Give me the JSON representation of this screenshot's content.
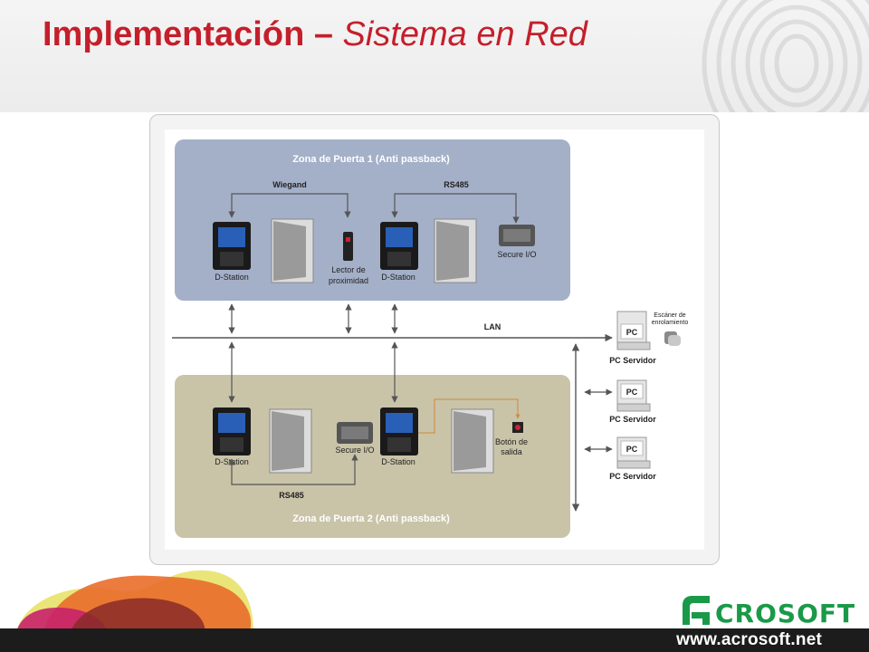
{
  "slide": {
    "title_bold": "Implementación – ",
    "title_italic": "Sistema en Red"
  },
  "diagram": {
    "zone1": {
      "title": "Zona de Puerta 1 (Anti passback)",
      "bus_left": "Wiegand",
      "bus_right": "RS485",
      "devices": [
        "D-Station",
        "Lector de",
        "proximidad",
        "D-Station",
        "Secure I/O"
      ]
    },
    "zone2": {
      "title": "Zona de Puerta 2 (Anti passback)",
      "bus_bottom": "RS485",
      "devices": [
        "D-Station",
        "Secure I/O",
        "D-Station",
        "Botón de",
        "salida"
      ]
    },
    "lan_label": "LAN",
    "servers": [
      {
        "screen": "PC",
        "label": "PC Servidor"
      },
      {
        "screen": "PC",
        "label": "PC Servidor"
      },
      {
        "screen": "PC",
        "label": "PC Servidor"
      }
    ],
    "scanner_line1": "Escáner de",
    "scanner_line2": "enrolamiento"
  },
  "footer": {
    "brand": "CROSOFT",
    "url": "www.acrosoft.net"
  },
  "colors": {
    "title": "#c41f2b",
    "zone1_fill": "#a4b0c8",
    "zone2_fill": "#c9c3a8",
    "brand_green": "#1a9a48",
    "footer_bg": "#1c1c1c"
  }
}
